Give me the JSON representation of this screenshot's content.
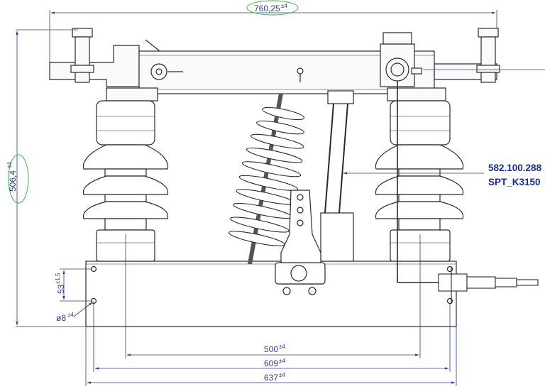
{
  "drawing": {
    "dimensions": {
      "overall_width": {
        "value": "760,25",
        "tol": "±4"
      },
      "overall_height": {
        "value": "506,4",
        "tol": "±4"
      },
      "insulator_spacing": {
        "value": "500",
        "tol": "±4"
      },
      "hole_spacing": {
        "value": "609",
        "tol": "±4"
      },
      "base_width": {
        "value": "637",
        "tol": "±4"
      },
      "hole_vertical": {
        "value": "53",
        "tol": "±1,5"
      },
      "hole_diameter": {
        "value": "ø8",
        "tol": "±4"
      }
    },
    "part_label": {
      "number": "582.100.288",
      "code": "SPT_K3150"
    },
    "colors": {
      "outline": "#2a2a2a",
      "dimension": "#2c3c8c",
      "highlight": "#39b54a",
      "part_label": "#1a2a9a"
    }
  }
}
